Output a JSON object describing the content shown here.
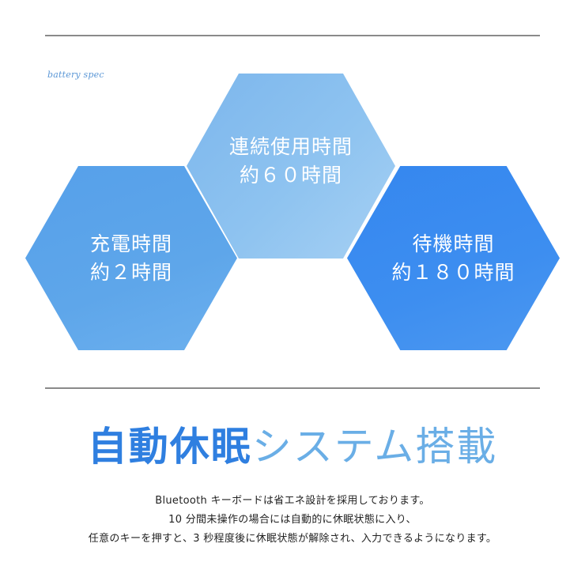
{
  "tag": "battery spec",
  "hexagons": {
    "top": {
      "line1": "連続使用時間",
      "line2": "約６０時間",
      "color": "#8ec2f0"
    },
    "left": {
      "line1": "充電時間",
      "line2": "約２時間",
      "color": "#5aa3ea"
    },
    "right": {
      "line1": "待機時間",
      "line2": "約１８０時間",
      "color": "#3d8ef0"
    }
  },
  "title": {
    "strong": "自動休眠",
    "light": "システム搭載",
    "colors": {
      "strong": "#2f7fe0",
      "light": "#6aaee6"
    }
  },
  "description": {
    "lines": [
      "Bluetooth キーボードは省エネ設計を採用しております。",
      "10 分間未操作の場合には自動的に休眠状態に入り、",
      "任意のキーを押すと、3 秒程度後に休眠状態が解除され、入力できるようになります。"
    ]
  }
}
